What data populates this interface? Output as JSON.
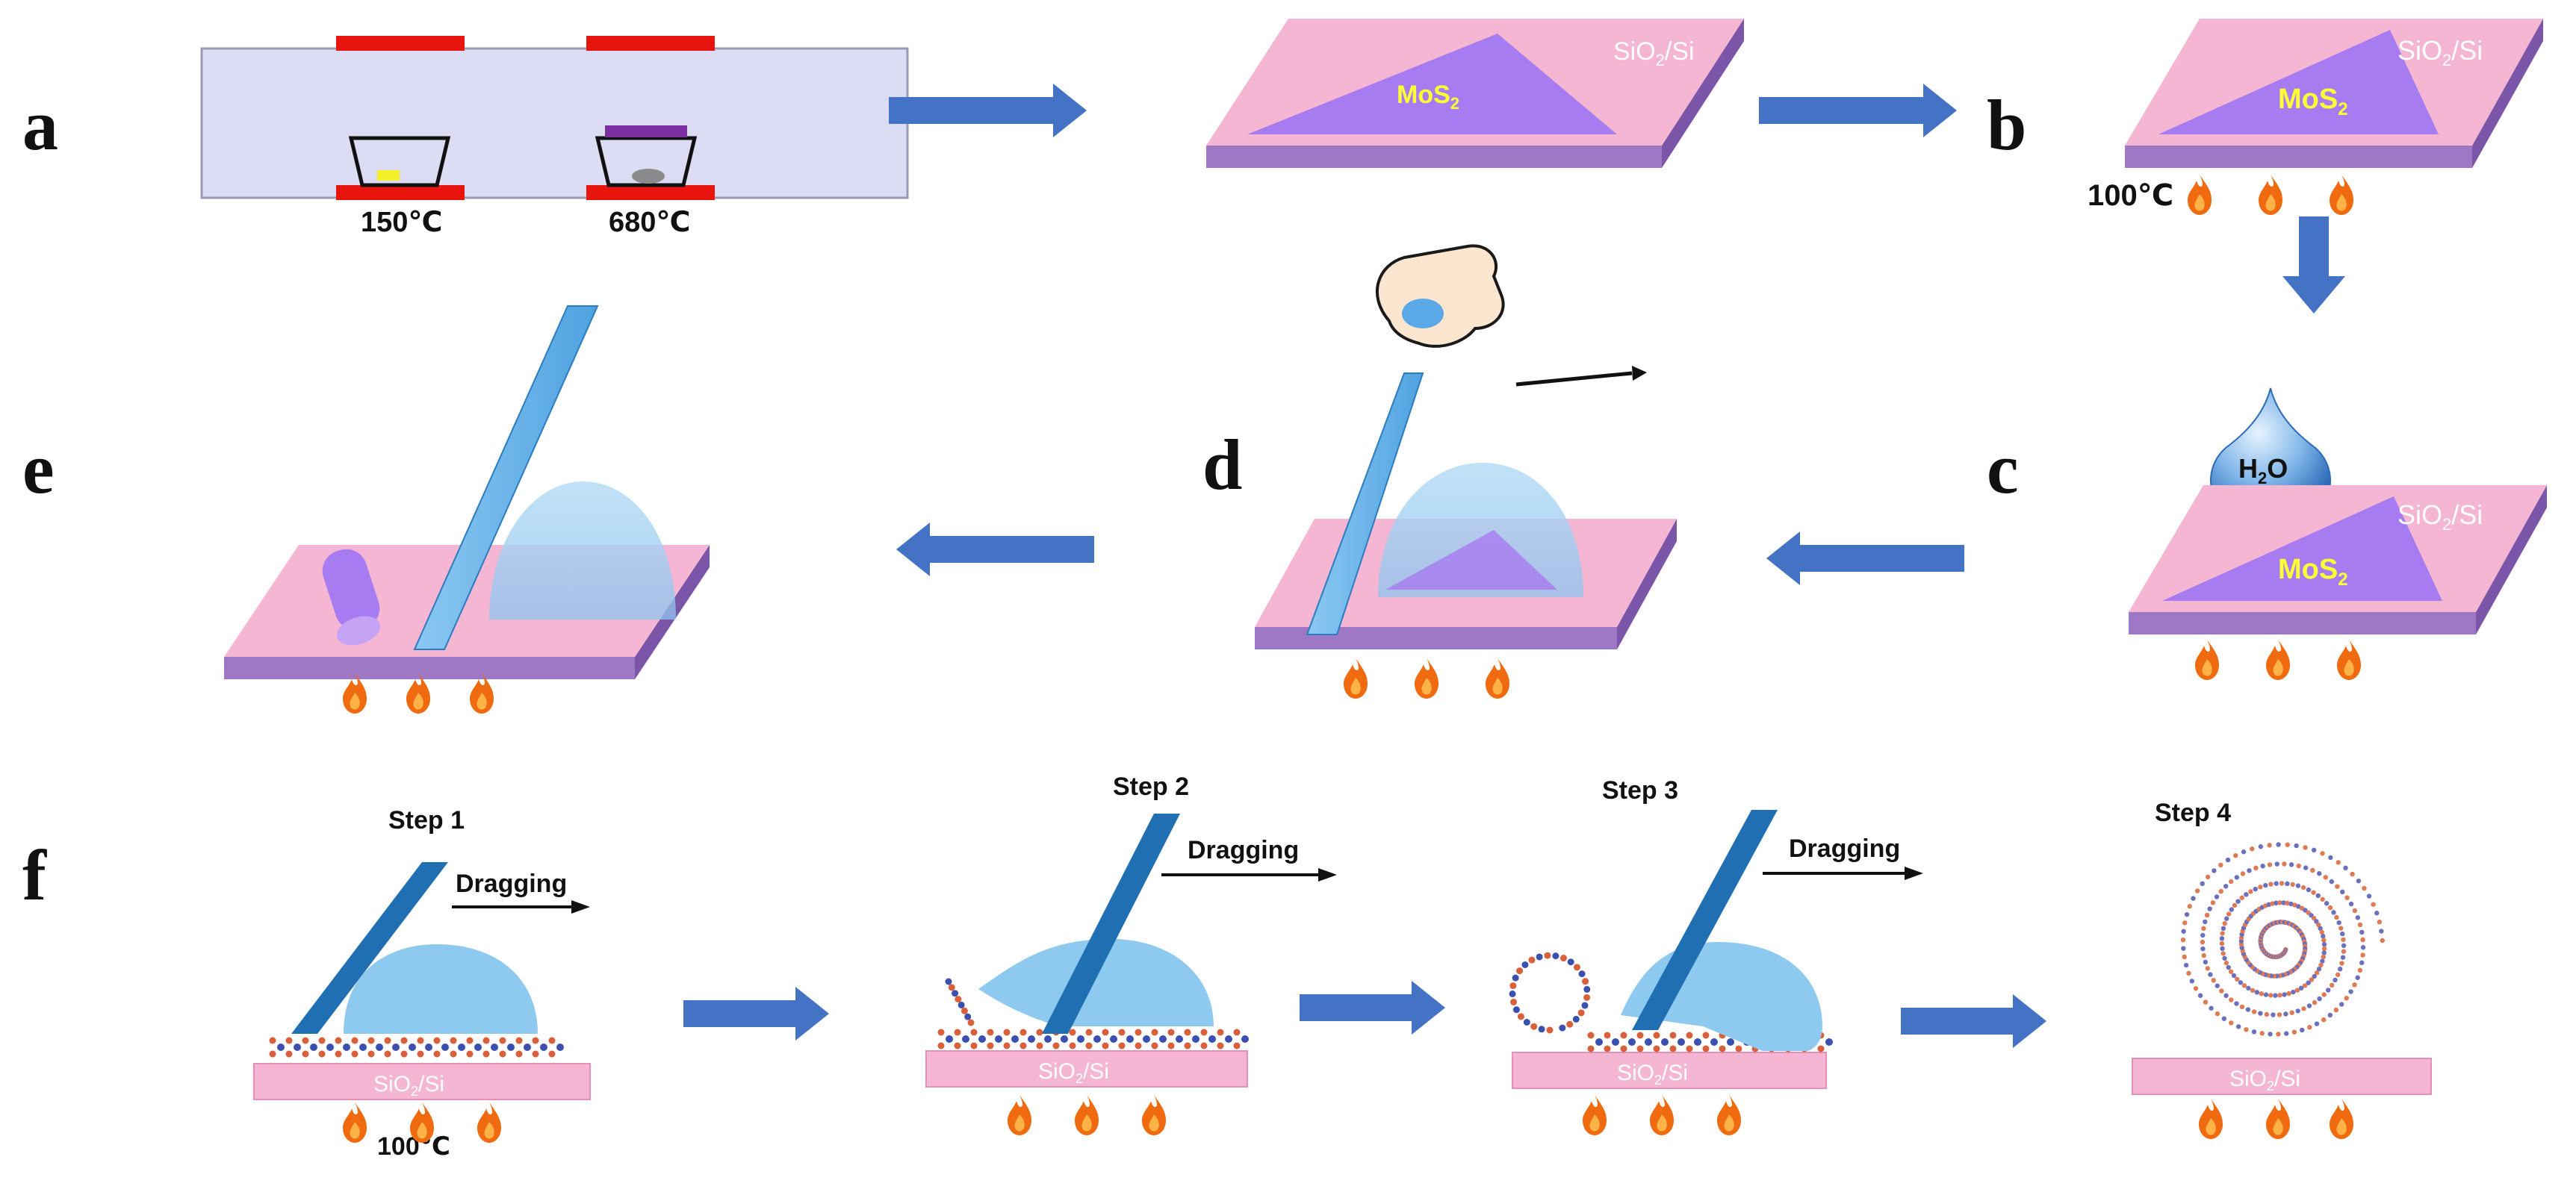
{
  "panels": {
    "a": "a",
    "b": "b",
    "c": "c",
    "d": "d",
    "e": "e",
    "f": "f"
  },
  "furnace": {
    "temp_left": "150℃",
    "temp_right": "680℃"
  },
  "substrate": {
    "sio2_si": "SiO",
    "sub2": "2",
    "si_suffix": "/Si",
    "mos_prefix": "MoS",
    "mos_sub": "2"
  },
  "heating_temp": "100℃",
  "water": {
    "h": "H",
    "sub": "2",
    "o": "O"
  },
  "steps": {
    "s1": "Step 1",
    "s2": "Step 2",
    "s3": "Step 3",
    "s4": "Step 4",
    "dragging": "Dragging"
  },
  "colors": {
    "arrow_blue": "#4472c4",
    "heater_red": "#e8150e",
    "substrate_pink": "#f4b6d2",
    "substrate_side": "#9e78c4",
    "mos2_purple": "#a77cf0",
    "droplet_blue": "#8ec9ef",
    "blade_blue": "#1f6fb2",
    "flame_orange": "#f06a10"
  }
}
